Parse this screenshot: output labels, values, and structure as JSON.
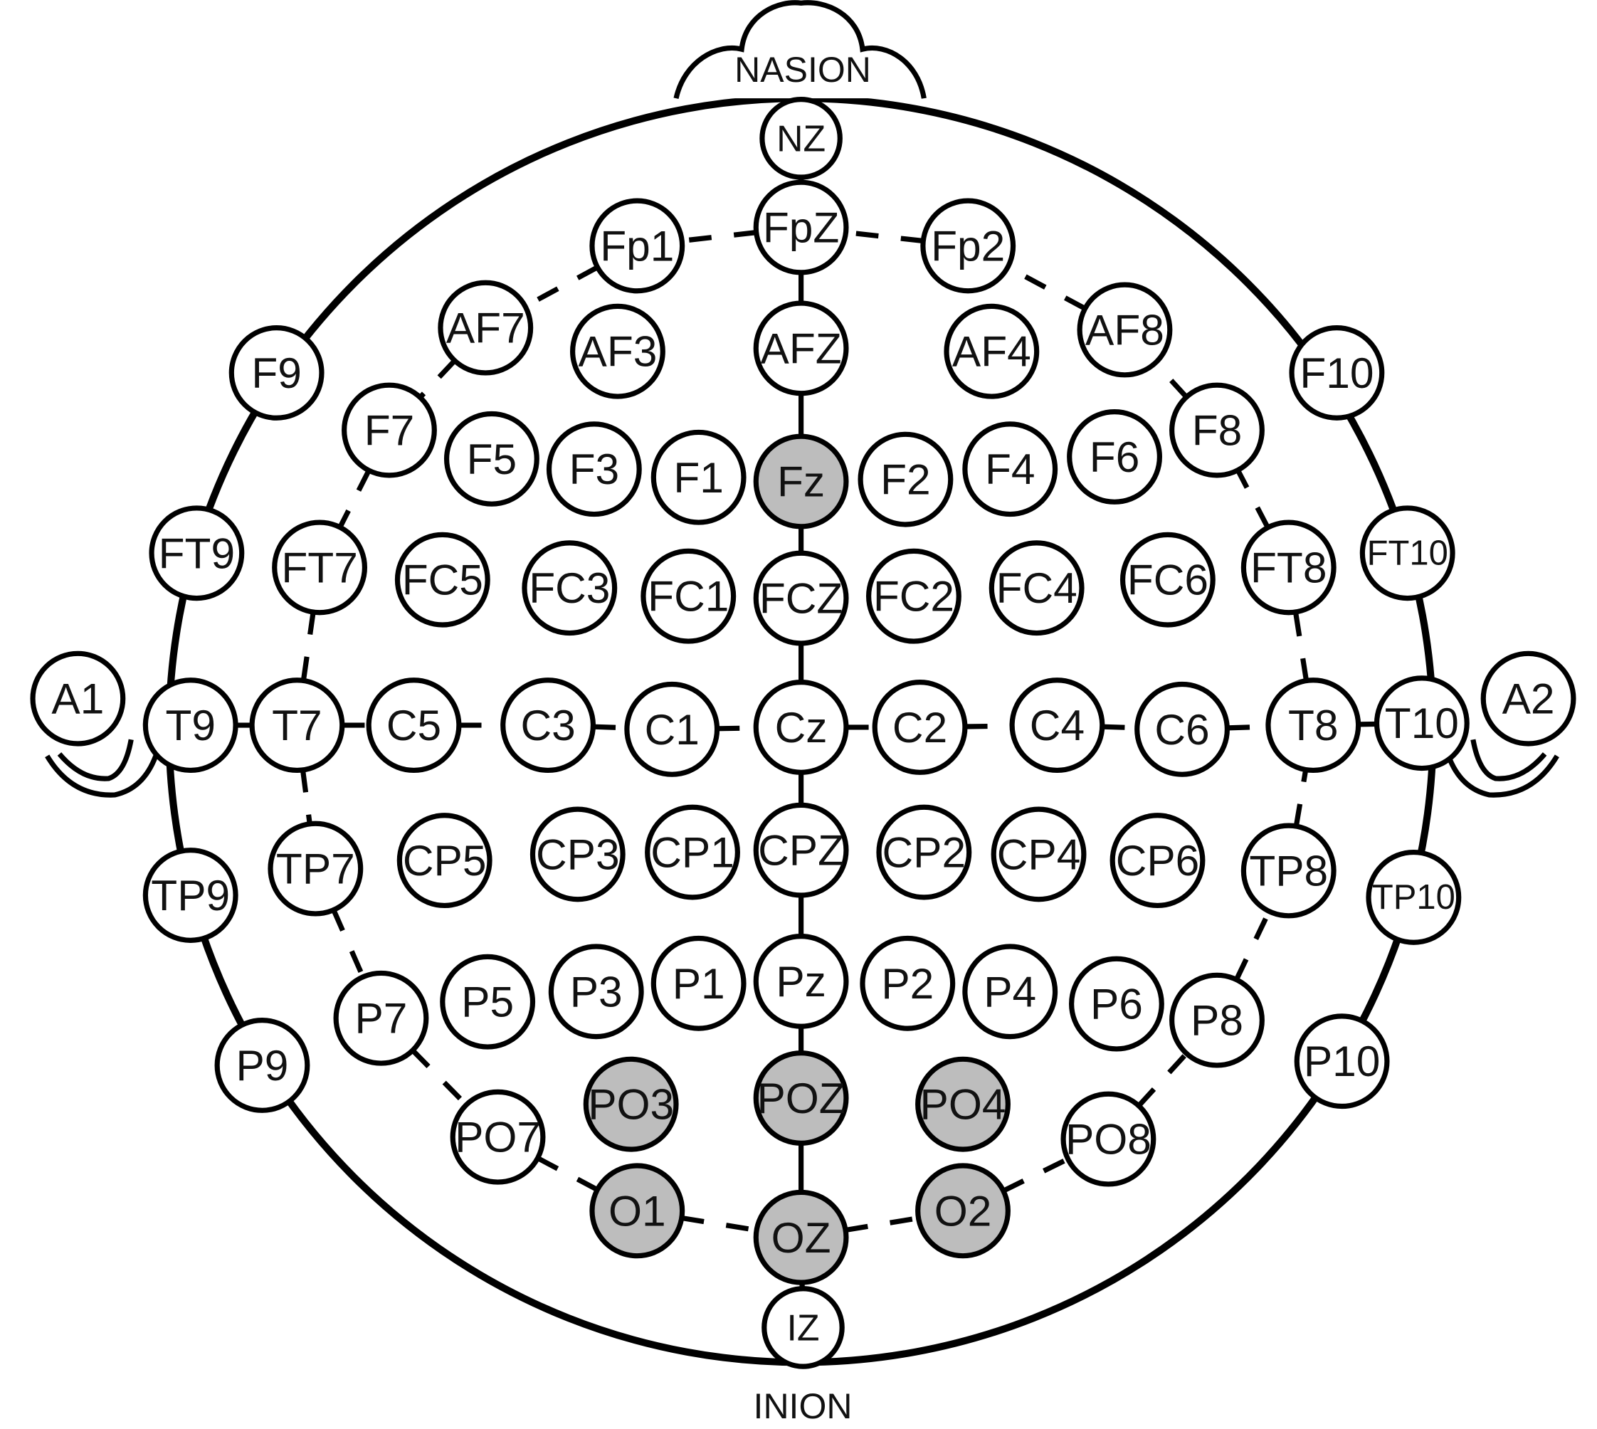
{
  "diagram": {
    "landmarks": {
      "nasion": "NASION",
      "inion": "INION"
    },
    "colors": {
      "stroke": "#000000",
      "fill": "#ffffff",
      "highlight": "#bdbdbd",
      "text": "#111111"
    },
    "highlighted": [
      "Fz",
      "PO3",
      "POZ",
      "PO4",
      "O1",
      "OZ",
      "O2"
    ],
    "electrodes": [
      {
        "id": "NZ",
        "label": "NZ"
      },
      {
        "id": "FpZ",
        "label": "FpZ"
      },
      {
        "id": "Fp1",
        "label": "Fp1"
      },
      {
        "id": "Fp2",
        "label": "Fp2"
      },
      {
        "id": "AF7",
        "label": "AF7"
      },
      {
        "id": "AF3",
        "label": "AF3"
      },
      {
        "id": "AFZ",
        "label": "AFZ"
      },
      {
        "id": "AF4",
        "label": "AF4"
      },
      {
        "id": "AF8",
        "label": "AF8"
      },
      {
        "id": "F9",
        "label": "F9"
      },
      {
        "id": "F10",
        "label": "F10"
      },
      {
        "id": "F7",
        "label": "F7"
      },
      {
        "id": "F5",
        "label": "F5"
      },
      {
        "id": "F3",
        "label": "F3"
      },
      {
        "id": "F1",
        "label": "F1"
      },
      {
        "id": "Fz",
        "label": "Fz"
      },
      {
        "id": "F2",
        "label": "F2"
      },
      {
        "id": "F4",
        "label": "F4"
      },
      {
        "id": "F6",
        "label": "F6"
      },
      {
        "id": "F8",
        "label": "F8"
      },
      {
        "id": "FT9",
        "label": "FT9"
      },
      {
        "id": "FT7",
        "label": "FT7"
      },
      {
        "id": "FC5",
        "label": "FC5"
      },
      {
        "id": "FC3",
        "label": "FC3"
      },
      {
        "id": "FC1",
        "label": "FC1"
      },
      {
        "id": "FCZ",
        "label": "FCZ"
      },
      {
        "id": "FC2",
        "label": "FC2"
      },
      {
        "id": "FC4",
        "label": "FC4"
      },
      {
        "id": "FC6",
        "label": "FC6"
      },
      {
        "id": "FT8",
        "label": "FT8"
      },
      {
        "id": "FT10",
        "label": "FT10"
      },
      {
        "id": "A1",
        "label": "A1"
      },
      {
        "id": "T9",
        "label": "T9"
      },
      {
        "id": "T7",
        "label": "T7"
      },
      {
        "id": "C5",
        "label": "C5"
      },
      {
        "id": "C3",
        "label": "C3"
      },
      {
        "id": "C1",
        "label": "C1"
      },
      {
        "id": "Cz",
        "label": "Cz"
      },
      {
        "id": "C2",
        "label": "C2"
      },
      {
        "id": "C4",
        "label": "C4"
      },
      {
        "id": "C6",
        "label": "C6"
      },
      {
        "id": "T8",
        "label": "T8"
      },
      {
        "id": "T10",
        "label": "T10"
      },
      {
        "id": "A2",
        "label": "A2"
      },
      {
        "id": "TP9",
        "label": "TP9"
      },
      {
        "id": "TP7",
        "label": "TP7"
      },
      {
        "id": "CP5",
        "label": "CP5"
      },
      {
        "id": "CP3",
        "label": "CP3"
      },
      {
        "id": "CP1",
        "label": "CP1"
      },
      {
        "id": "CPZ",
        "label": "CPZ"
      },
      {
        "id": "CP2",
        "label": "CP2"
      },
      {
        "id": "CP4",
        "label": "CP4"
      },
      {
        "id": "CP6",
        "label": "CP6"
      },
      {
        "id": "TP8",
        "label": "TP8"
      },
      {
        "id": "TP10",
        "label": "TP10"
      },
      {
        "id": "P9",
        "label": "P9"
      },
      {
        "id": "P7",
        "label": "P7"
      },
      {
        "id": "P5",
        "label": "P5"
      },
      {
        "id": "P3",
        "label": "P3"
      },
      {
        "id": "P1",
        "label": "P1"
      },
      {
        "id": "Pz",
        "label": "Pz"
      },
      {
        "id": "P2",
        "label": "P2"
      },
      {
        "id": "P4",
        "label": "P4"
      },
      {
        "id": "P6",
        "label": "P6"
      },
      {
        "id": "P8",
        "label": "P8"
      },
      {
        "id": "P10",
        "label": "P10"
      },
      {
        "id": "PO7",
        "label": "PO7"
      },
      {
        "id": "PO3",
        "label": "PO3"
      },
      {
        "id": "POZ",
        "label": "POZ"
      },
      {
        "id": "PO4",
        "label": "PO4"
      },
      {
        "id": "PO8",
        "label": "PO8"
      },
      {
        "id": "O1",
        "label": "O1"
      },
      {
        "id": "OZ",
        "label": "OZ"
      },
      {
        "id": "O2",
        "label": "O2"
      },
      {
        "id": "IZ",
        "label": "IZ"
      }
    ]
  }
}
